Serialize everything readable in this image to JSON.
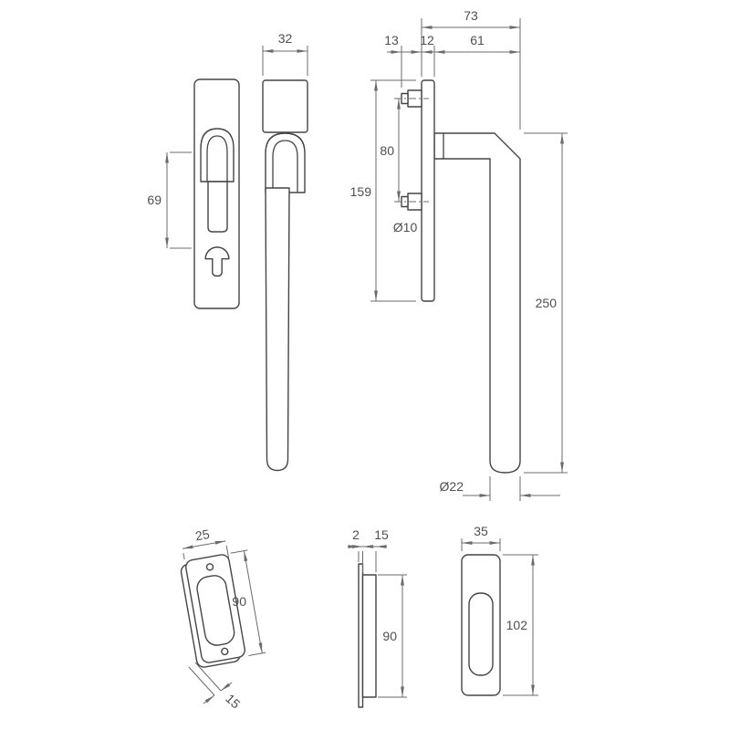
{
  "drawing": {
    "background": "#ffffff",
    "object_line_color": "#454545",
    "dimension_line_color": "#6b6b6b",
    "text_color": "#4f4f4f"
  },
  "dimensions": {
    "pz_distance": "69",
    "grip_plate_width": "32",
    "total_projection": "73",
    "lug_depth": "13",
    "plate_thickness": "12",
    "projection": "61",
    "fixing_centres": "80",
    "rose_length": "159",
    "spindle_diameter": "Ø10",
    "handle_length": "250",
    "grip_diameter": "Ø22",
    "pull_small_width": "25",
    "pull_small_height": "90",
    "pull_small_depth": "15",
    "face_thickness": "2",
    "cup_depth": "15",
    "cup_height": "90",
    "pull_width": "35",
    "pull_height": "102"
  }
}
